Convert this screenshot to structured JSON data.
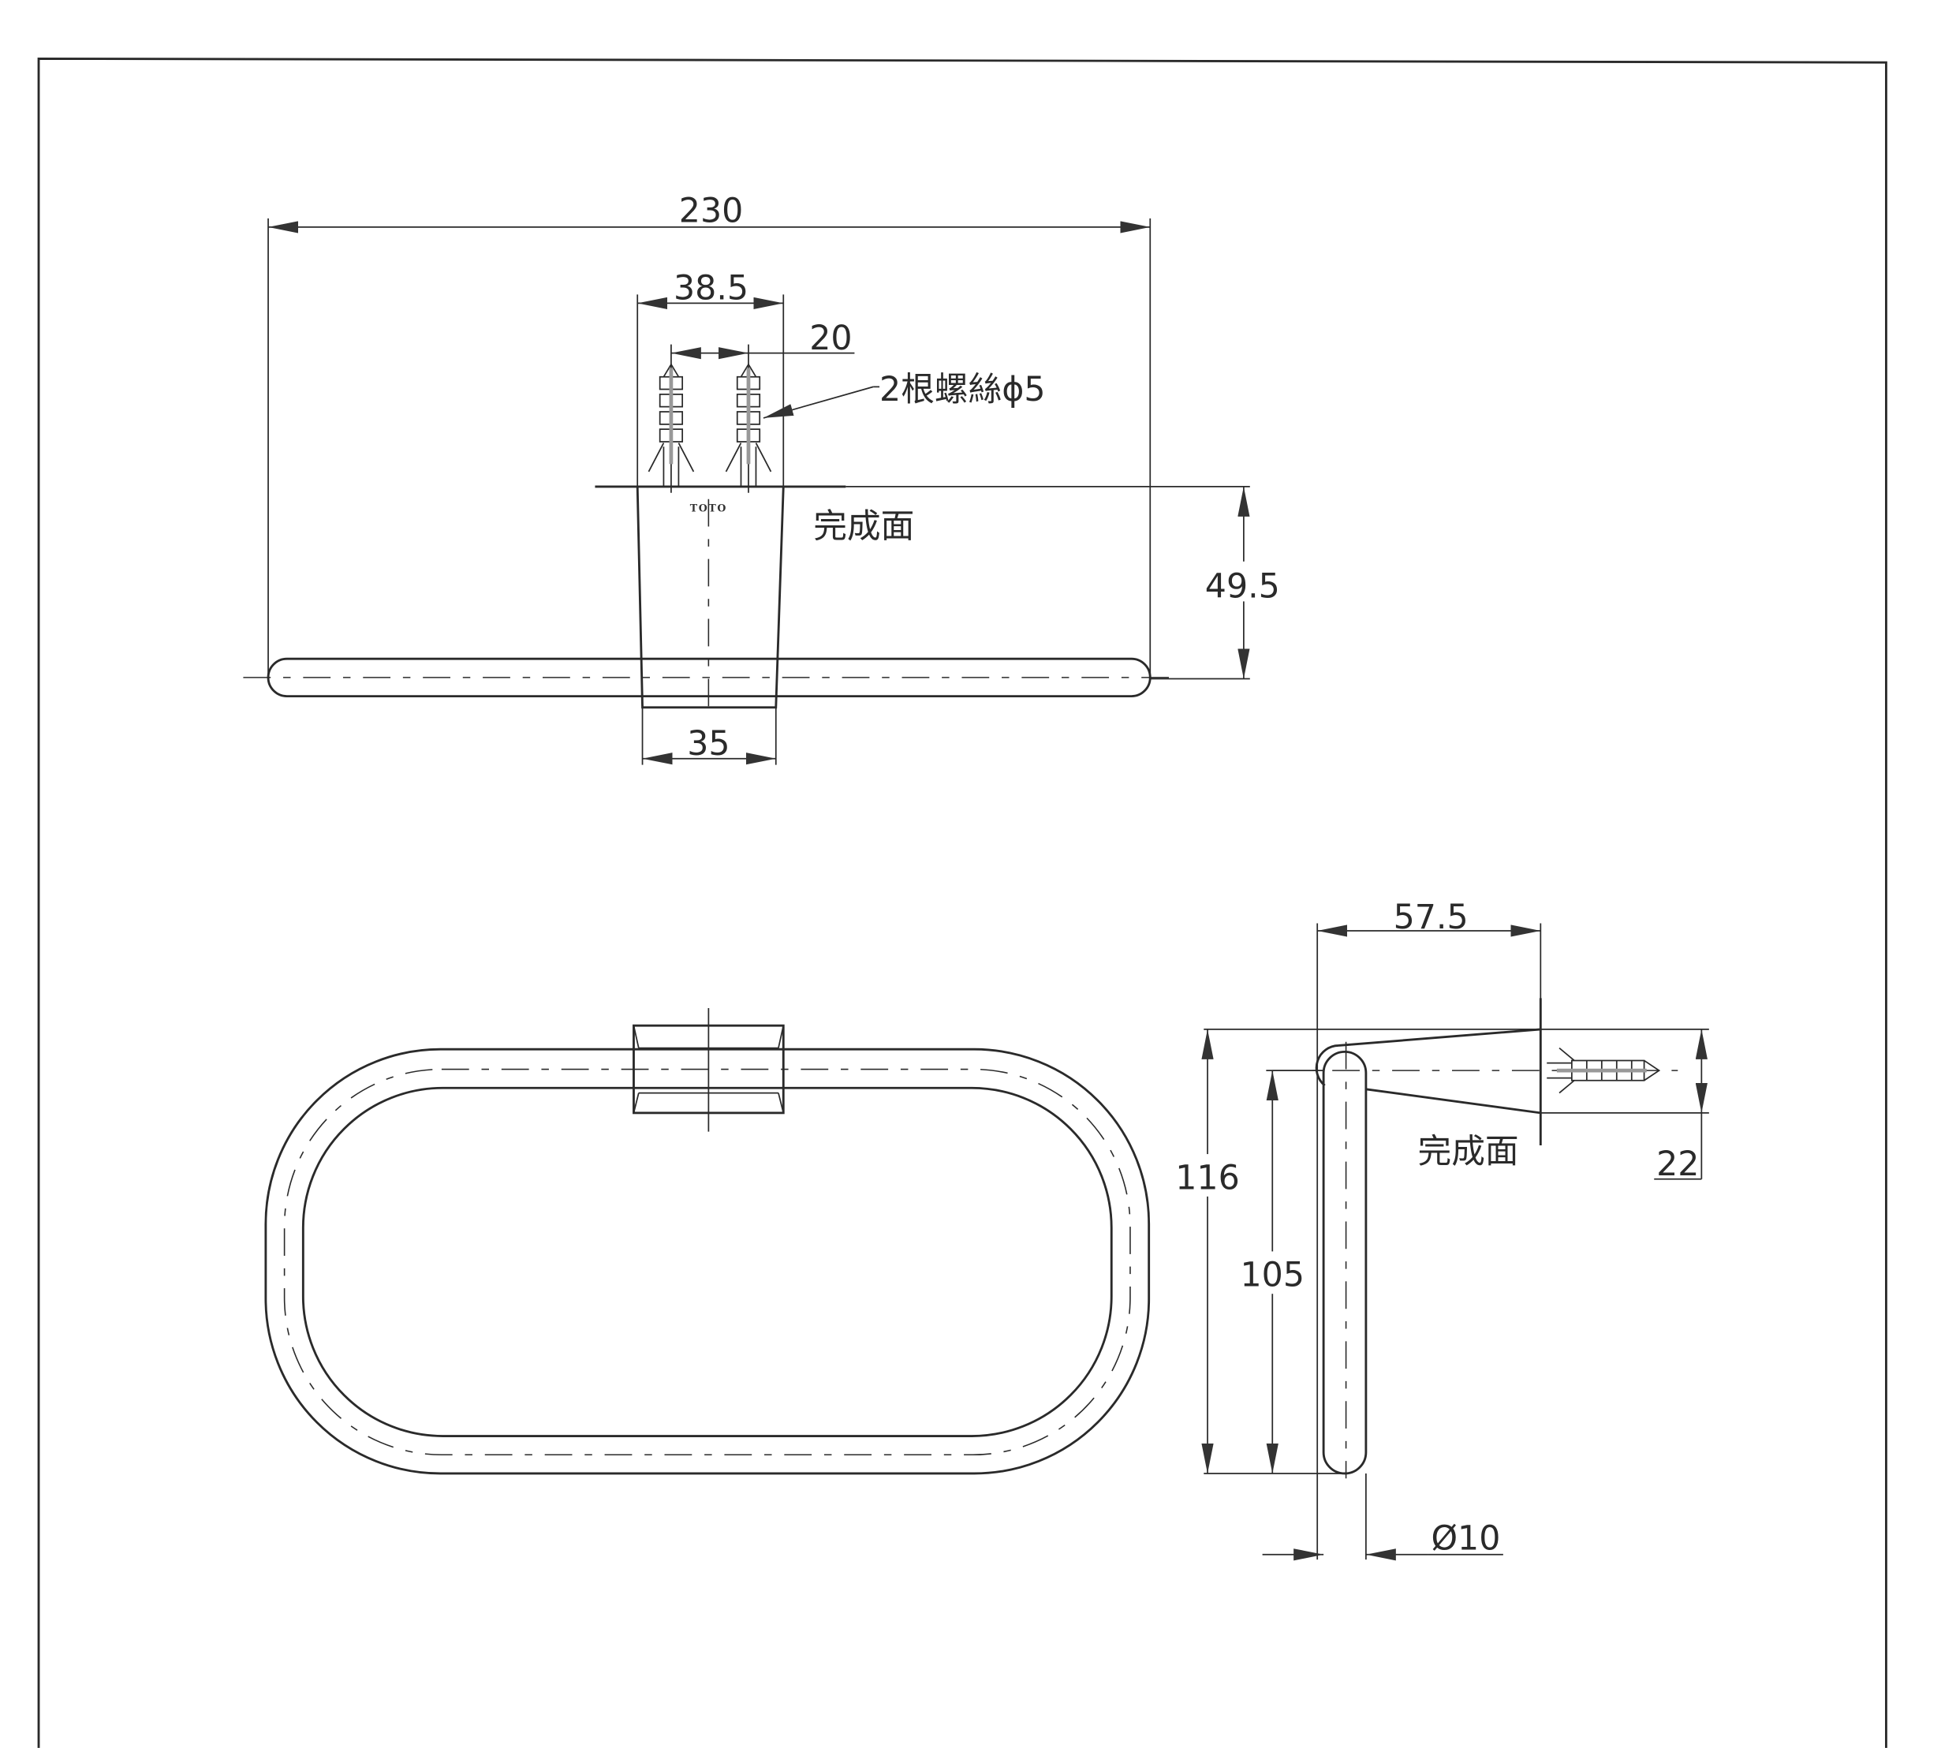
{
  "top_view": {
    "dim_total_width": "230",
    "dim_mount_width": "38.5",
    "dim_screw_spacing": "20",
    "screw_note": "2根螺絲ϕ5",
    "finish_surface": "完成面",
    "dim_projection": "49.5",
    "dim_base_width": "35",
    "logo": "TOTO"
  },
  "side_view": {
    "dim_depth": "57.5",
    "finish_surface": "完成面",
    "dim_mount_height": "22",
    "dim_total_height": "116",
    "dim_ring_height": "105",
    "dim_rod_diameter": "Ø10"
  },
  "colors": {
    "line": "#2a2a2a",
    "paper": "#ffffff"
  }
}
